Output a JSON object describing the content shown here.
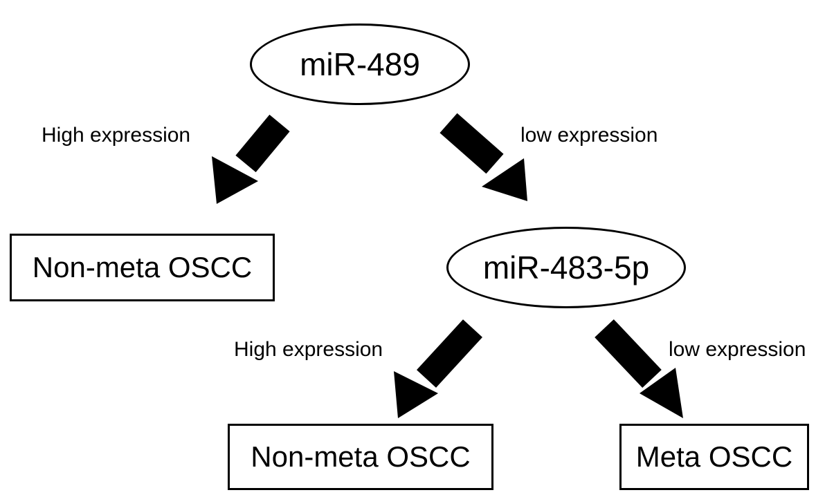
{
  "nodes": {
    "root": "miR-489",
    "mid": "miR-483-5p",
    "leaf_left": "Non-meta OSCC",
    "leaf_mid": "Non-meta OSCC",
    "leaf_right": "Meta OSCC"
  },
  "edges": {
    "root_high": "High expression",
    "root_low": "low expression",
    "mid_high": "High expression",
    "mid_low": "low expression"
  },
  "colors": {
    "stroke": "#000000",
    "background": "#ffffff"
  }
}
